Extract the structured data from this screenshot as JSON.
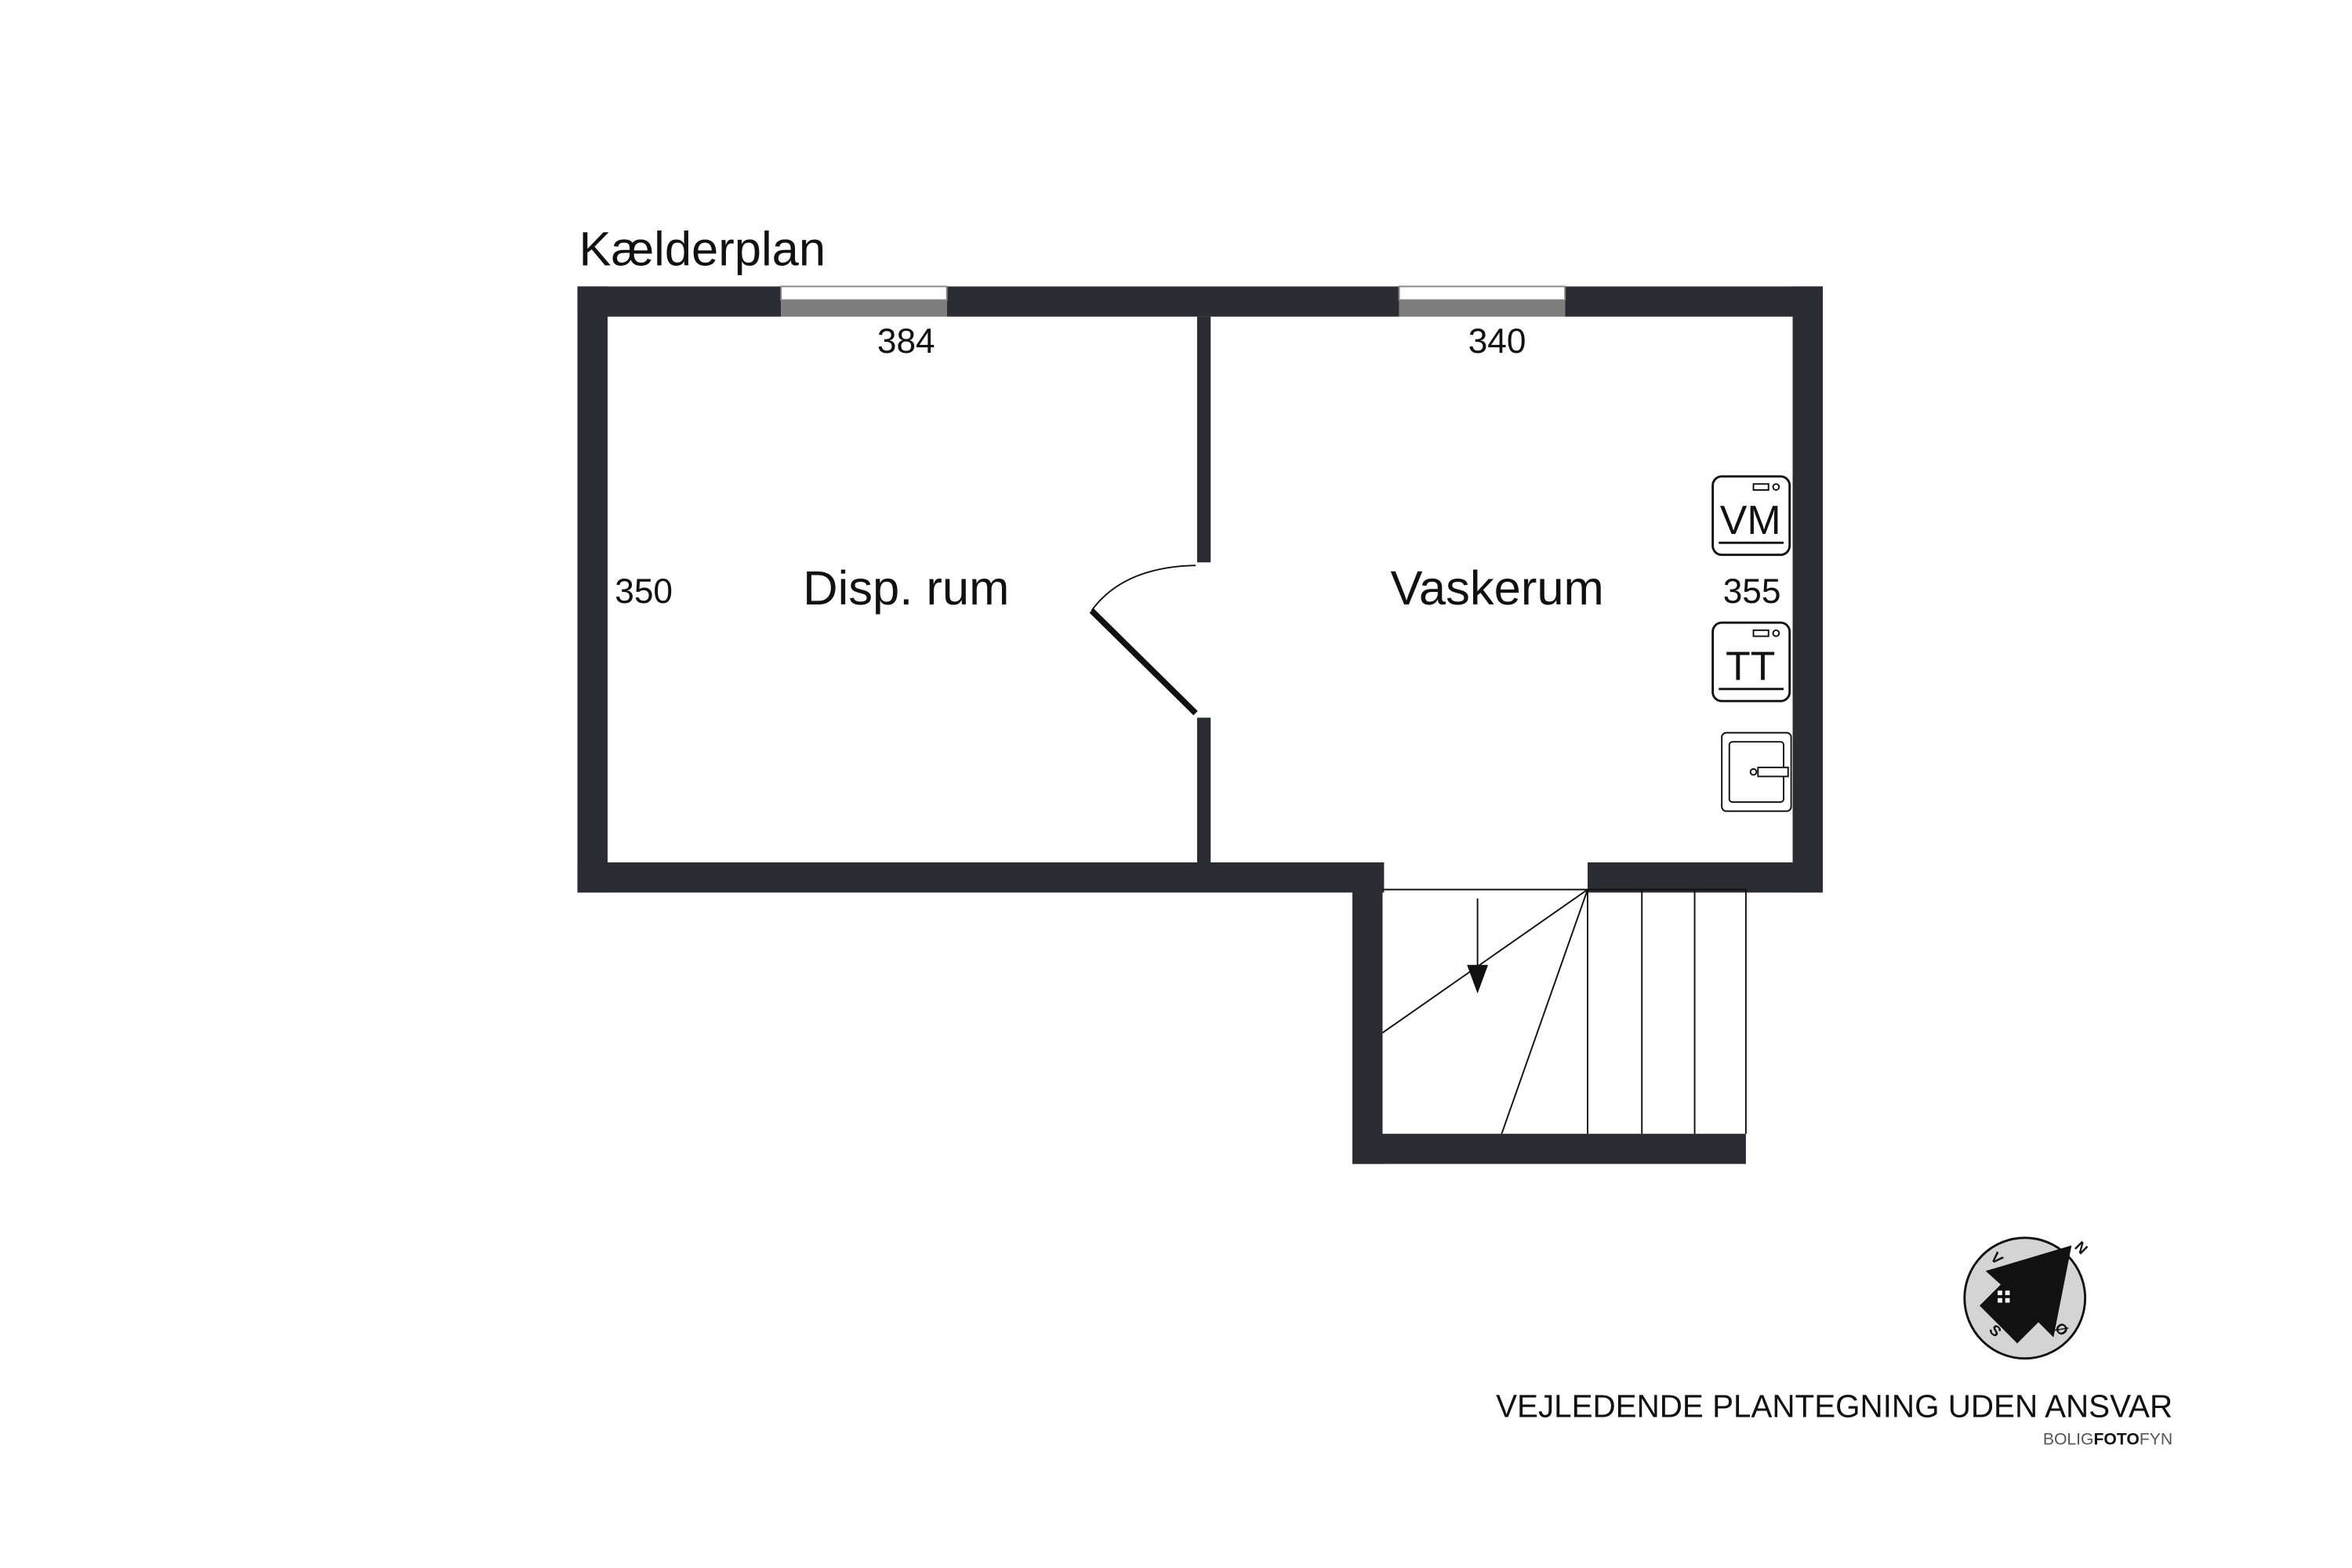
{
  "plan": {
    "title": "Kælderplan",
    "wall_color": "#2a2c32",
    "rooms": [
      {
        "name": "Disp. rum"
      },
      {
        "name": "Vaskerum"
      }
    ],
    "dimensions": {
      "disp_width": "384",
      "vask_width": "340",
      "disp_height": "350",
      "vask_height": "355"
    },
    "appliances": {
      "washer": "VM",
      "dryer": "TT"
    }
  },
  "compass": {
    "north": "N",
    "east": "Ø",
    "south": "S",
    "west": "V"
  },
  "footer": {
    "disclaimer": "VEJLEDENDE PLANTEGNING UDEN ANSVAR",
    "brand_part1": "BOLIG",
    "brand_part2": "FOTO",
    "brand_part3": "FYN"
  }
}
